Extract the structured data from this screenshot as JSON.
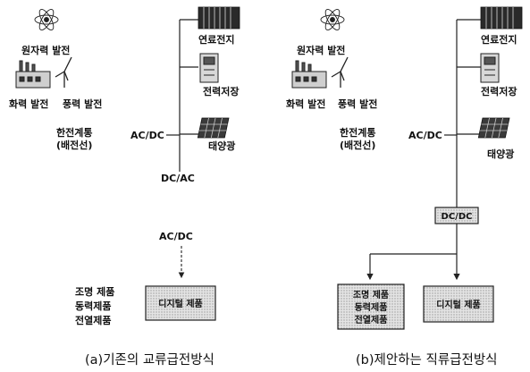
{
  "panel_a": {
    "sources": {
      "nuclear": "원자력 발전",
      "thermal": "화력 발전",
      "wind": "풍력 발전",
      "grid_line1": "한전계통",
      "grid_line2": "(배전선)"
    },
    "right_devices": {
      "fuel_cell": "연료전지",
      "storage": "전력저장",
      "solar": "태양광"
    },
    "converters": {
      "acdc_top": "AC/DC",
      "dcac": "DC/AC",
      "acdc_bottom": "AC/DC"
    },
    "loads": {
      "lighting": "조명 제품",
      "power": "동력제품",
      "heating": "전열제품",
      "digital": "디지털 제품"
    },
    "caption": "(a)기존의 교류급전방식"
  },
  "panel_b": {
    "sources": {
      "nuclear": "원자력 발전",
      "thermal": "화력 발전",
      "wind": "풍력 발전",
      "grid_line1": "한전계통",
      "grid_line2": "(배전선)"
    },
    "right_devices": {
      "fuel_cell": "연료전지",
      "storage": "전력저장",
      "solar": "태양광"
    },
    "converters": {
      "acdc": "AC/DC",
      "dcdc": "DC/DC"
    },
    "loads": {
      "lighting": "조명 제품",
      "power": "동력제품",
      "heating": "전열제품",
      "digital": "디지털 제품"
    },
    "caption": "(b)제안하는 직류급전방식"
  }
}
